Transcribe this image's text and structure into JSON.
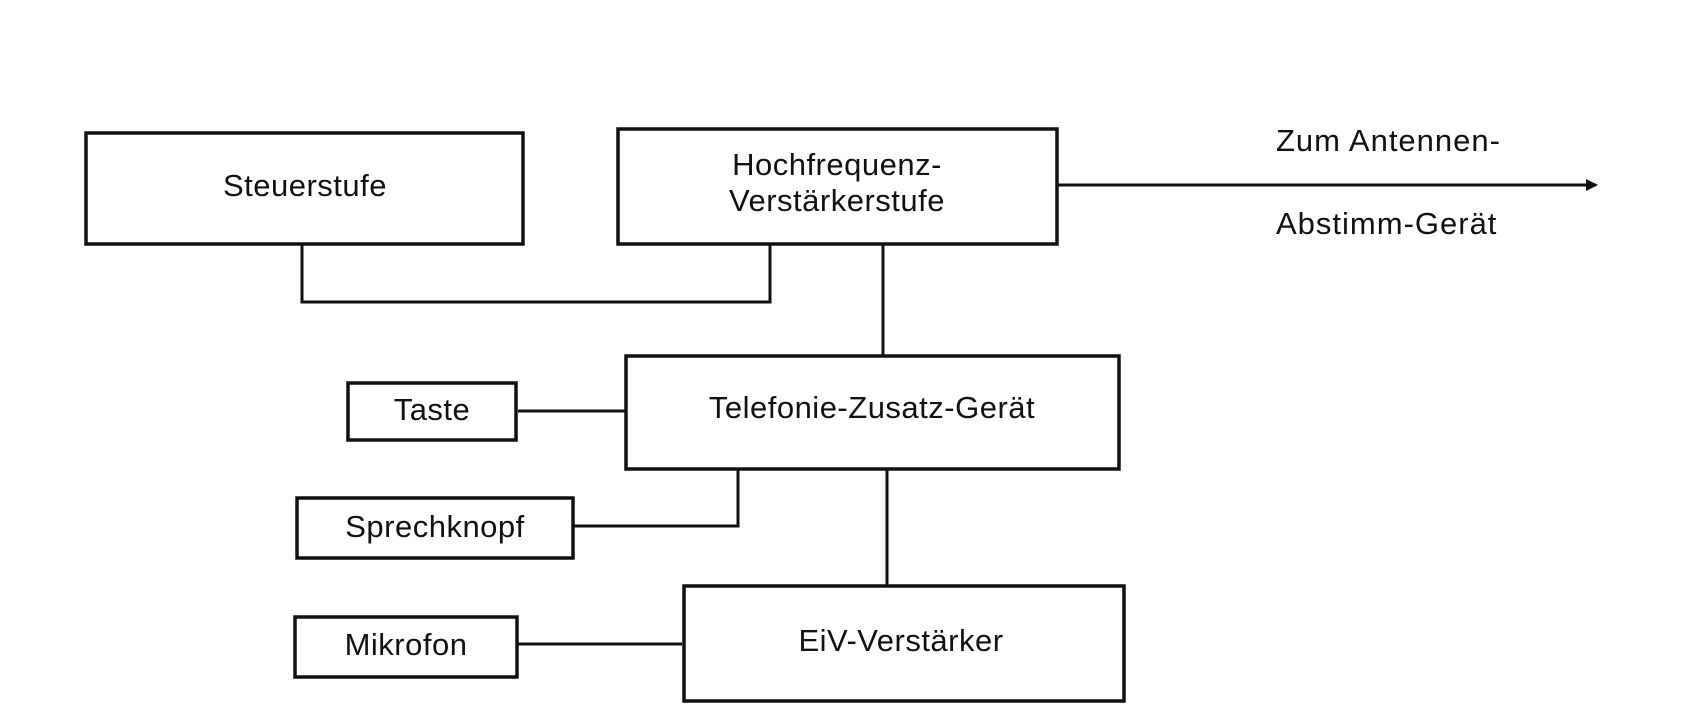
{
  "blocks": {
    "steuerstufe": "Steuerstufe",
    "hf_line1": "Hochfrequenz-",
    "hf_line2": "Verstärkerstufe",
    "telefonie": "Telefonie-Zusatz-Gerät",
    "taste": "Taste",
    "sprechknopf": "Sprechknopf",
    "mikrofon": "Mikrofon",
    "eiv": "EiV-Verstärker"
  },
  "output": {
    "line1": "Zum Antennen-",
    "line2": "Abstimm-Gerät"
  }
}
